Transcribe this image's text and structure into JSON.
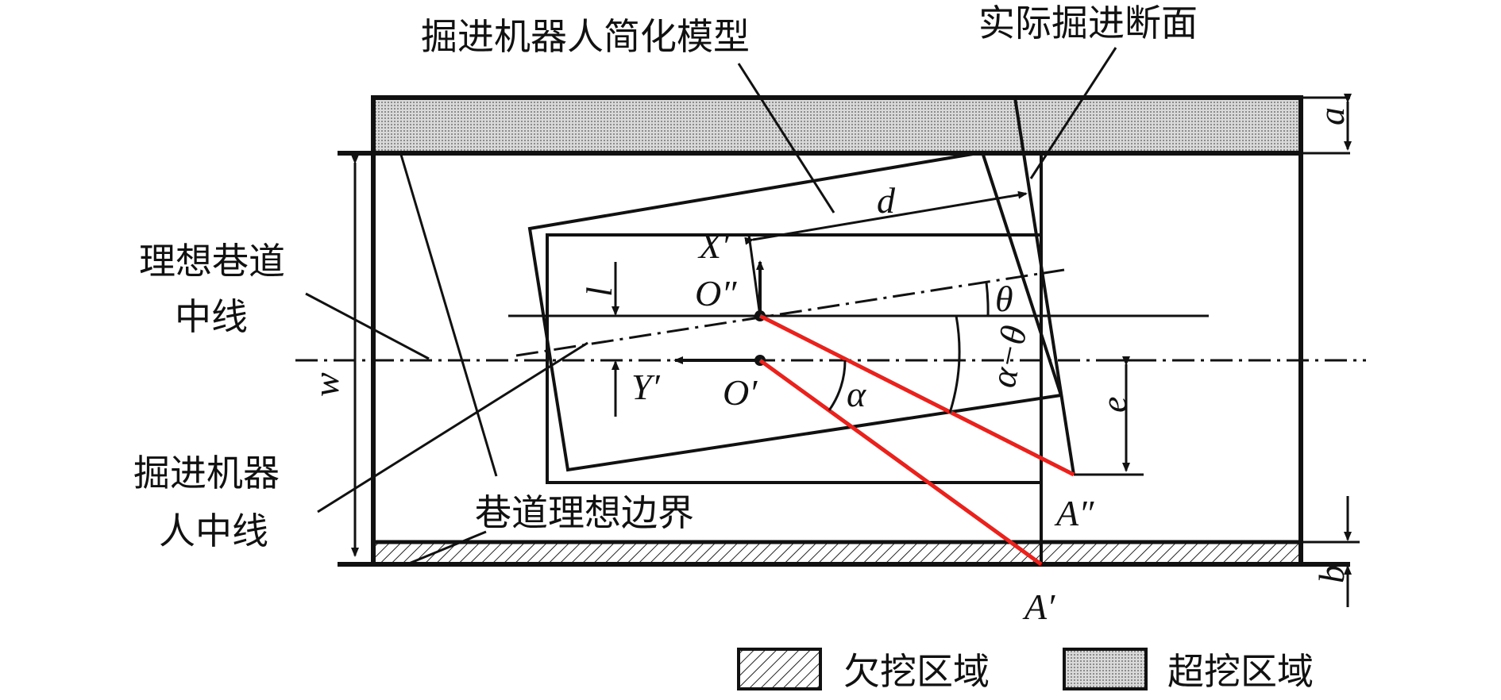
{
  "labels": {
    "robot_model": "掘进机器人简化模型",
    "actual_section": "实际掘进断面",
    "ideal_centerline": [
      "理想巷道",
      "中线"
    ],
    "robot_centerline": [
      "掘进机器",
      "人中线"
    ],
    "ideal_boundary": "巷道理想边界"
  },
  "symbols": {
    "a": "a",
    "b": "b",
    "w": "w",
    "d": "d",
    "l": "l",
    "e": "e",
    "theta": "θ",
    "alpha": "α",
    "alpha_minus_theta": "α−θ",
    "X_prime": "X′",
    "Y_prime": "Y′",
    "O_double_prime": "O″",
    "O_prime": "O′",
    "A_double_prime": "A″",
    "A_prime": "A′"
  },
  "legend": [
    {
      "label": "欠挖区域",
      "pattern": "hatch"
    },
    {
      "label": "超挖区域",
      "pattern": "dots"
    }
  ],
  "colors": {
    "line": "#111111",
    "highlight": "#e8221d",
    "fill_over": "#cfcfcf"
  }
}
